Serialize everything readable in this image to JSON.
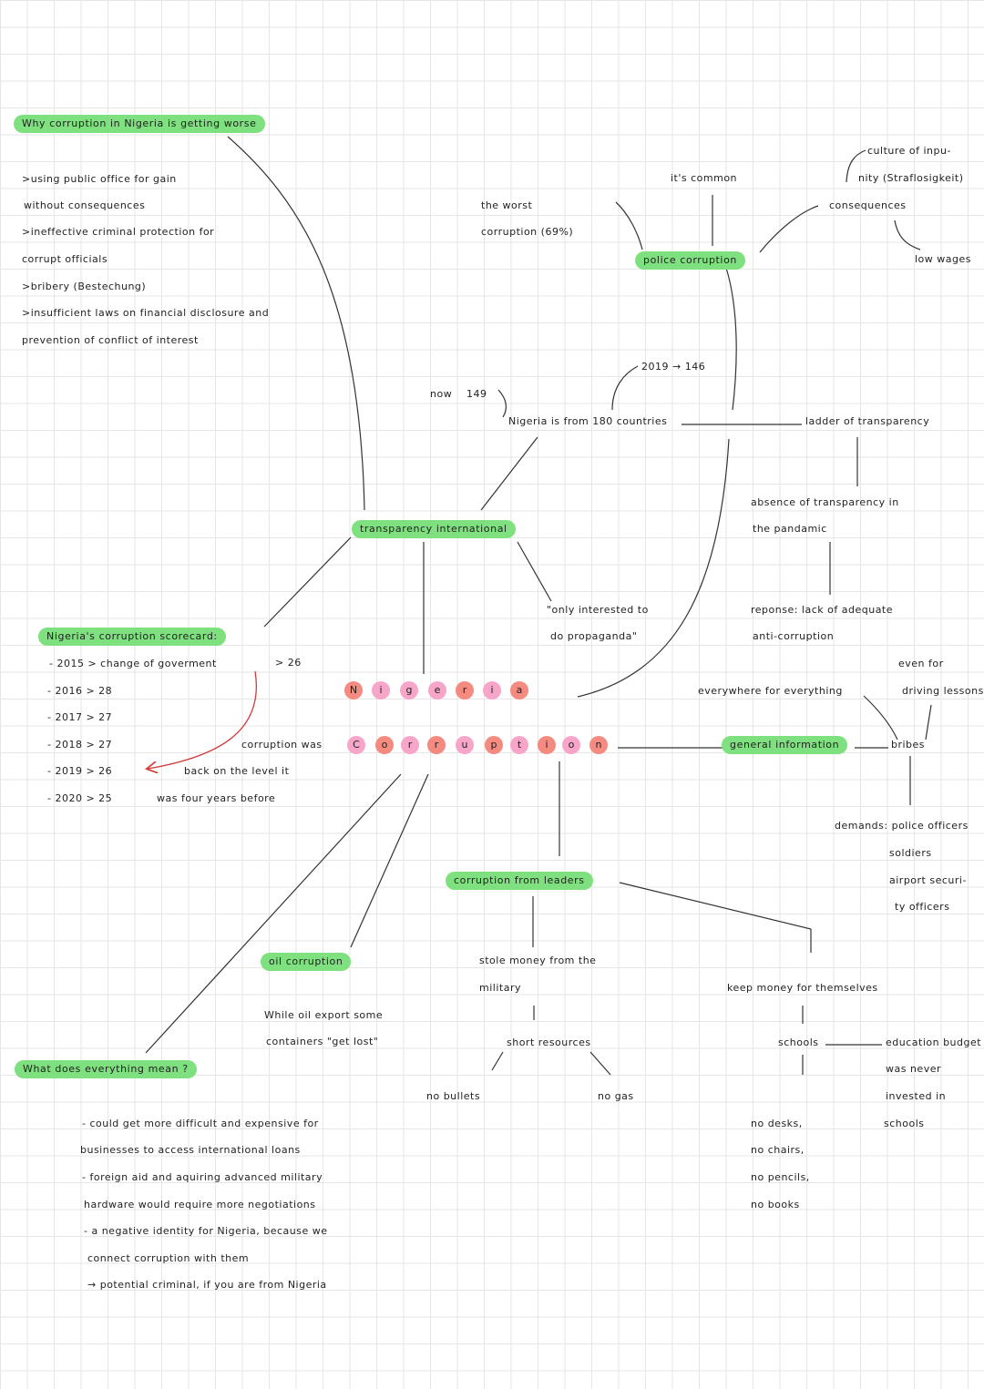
{
  "colors": {
    "highlight": "#7ee07e",
    "pink": "#f7a6c9",
    "salmon": "#f48a80",
    "ink": "#222222",
    "arrow": "#d23b3b"
  },
  "title": "Why corruption in Nigeria is getting worse",
  "word_nigeria": [
    "N",
    "i",
    "g",
    "e",
    "r",
    "i",
    "a"
  ],
  "word_corruption": [
    "C",
    "o",
    "r",
    "r",
    "u",
    "p",
    "t",
    "i",
    "o",
    "n"
  ],
  "causes": [
    ">using public office for gain",
    "without consequences",
    ">ineffective criminal protection for",
    "corrupt officials",
    ">bribery (Bestechung)",
    ">insufficient laws on financial disclosure and",
    "prevention of conflict of interest"
  ],
  "transparency": {
    "label": "transparency international",
    "worst": [
      "the worst",
      "corruption (69%)"
    ],
    "now": "now",
    "now_value": "149",
    "rank_note": "2019 → 146",
    "rank_line": "Nigeria is from 180 countries",
    "quote": [
      "\"only interested to",
      "do propaganda\""
    ]
  },
  "police": {
    "label": "police corruption",
    "common": "it's common",
    "consequences": "consequences",
    "culture": [
      "culture of inpu-",
      "nity (Straflosigkeit)"
    ],
    "low_wages": "low wages"
  },
  "ladder": {
    "label": "ladder of transparency",
    "absence": [
      "absence of transparency in",
      "the pandamic"
    ],
    "reponse": [
      "reponse: lack of adequate",
      "anti-corruption"
    ]
  },
  "general": {
    "label": "general information",
    "everywhere": "everywhere for everything",
    "even": [
      "even for",
      "driving lessons"
    ],
    "bribes": "bribes",
    "demands": [
      "demands: police officers",
      "soldiers",
      "airport securi-",
      "ty officers"
    ]
  },
  "scorecard": {
    "label": "Nigeria's corruption scorecard:",
    "rows": [
      "- 2015 > change of goverment",
      "- 2016 > 28",
      "- 2017 > 27",
      "- 2018 > 27",
      "- 2019 > 26",
      "- 2020 > 25"
    ],
    "change_value": "> 26",
    "note": [
      "corruption was",
      "back on the level it",
      "was four years before"
    ]
  },
  "oil": {
    "label": "oil corruption",
    "text": [
      "While oil export some",
      "containers \"get lost\""
    ]
  },
  "leaders": {
    "label": "corruption from leaders",
    "stole": [
      "stole money from the",
      "military"
    ],
    "short": "short resources",
    "bullets": "no bullets",
    "gas": "no gas",
    "keep": "keep money for themselves",
    "schools": "schools",
    "items": [
      "no desks,",
      "no chairs,",
      "no pencils,",
      "no books"
    ],
    "education": [
      "education budget",
      "was never",
      "invested in",
      "schools"
    ]
  },
  "meaning": {
    "label": "What does everything mean ?",
    "text": [
      "- could get more difficult and expensive for",
      "businesses to access international loans",
      "- foreign aid and aquiring advanced military",
      "hardware would require more negotiations",
      "- a negative identity for Nigeria, because we",
      "connect corruption with them",
      "→ potential criminal, if you are from Nigeria"
    ]
  }
}
